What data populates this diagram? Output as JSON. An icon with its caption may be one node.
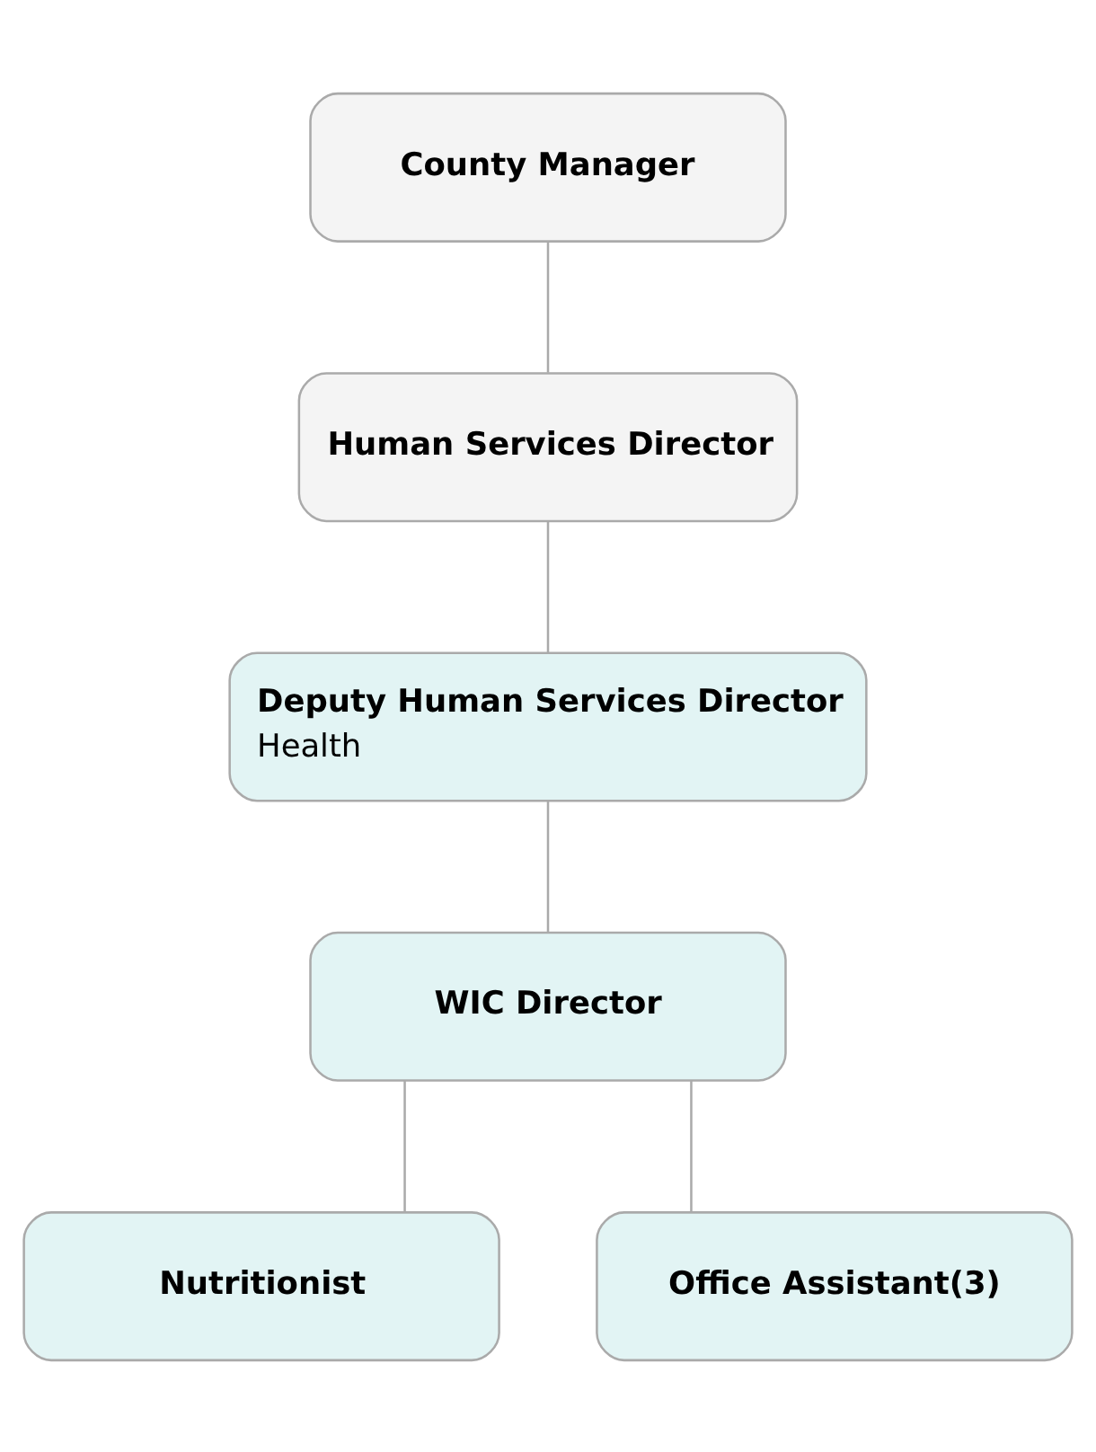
{
  "diagram": {
    "nodes": [
      {
        "text": [
          "County Manager"
        ]
      },
      {
        "text": [
          "Human Services Director"
        ]
      },
      {
        "text": [
          "Deputy Human Services Director",
          "Health"
        ]
      },
      {
        "text": [
          "WIC Director"
        ]
      },
      {
        "text": [
          "Nutritionist"
        ]
      },
      {
        "text": [
          "Office Assistant(3)"
        ]
      }
    ],
    "edges": [
      {
        "from": 0,
        "to": 1,
        "arrow": "none"
      },
      {
        "from": 1,
        "to": 2,
        "arrow": "none"
      },
      {
        "from": 2,
        "to": 3,
        "arrow": "none"
      },
      {
        "from": 3,
        "to": 4,
        "arrow": "none"
      },
      {
        "from": 3,
        "to": 5,
        "arrow": "none"
      }
    ]
  }
}
